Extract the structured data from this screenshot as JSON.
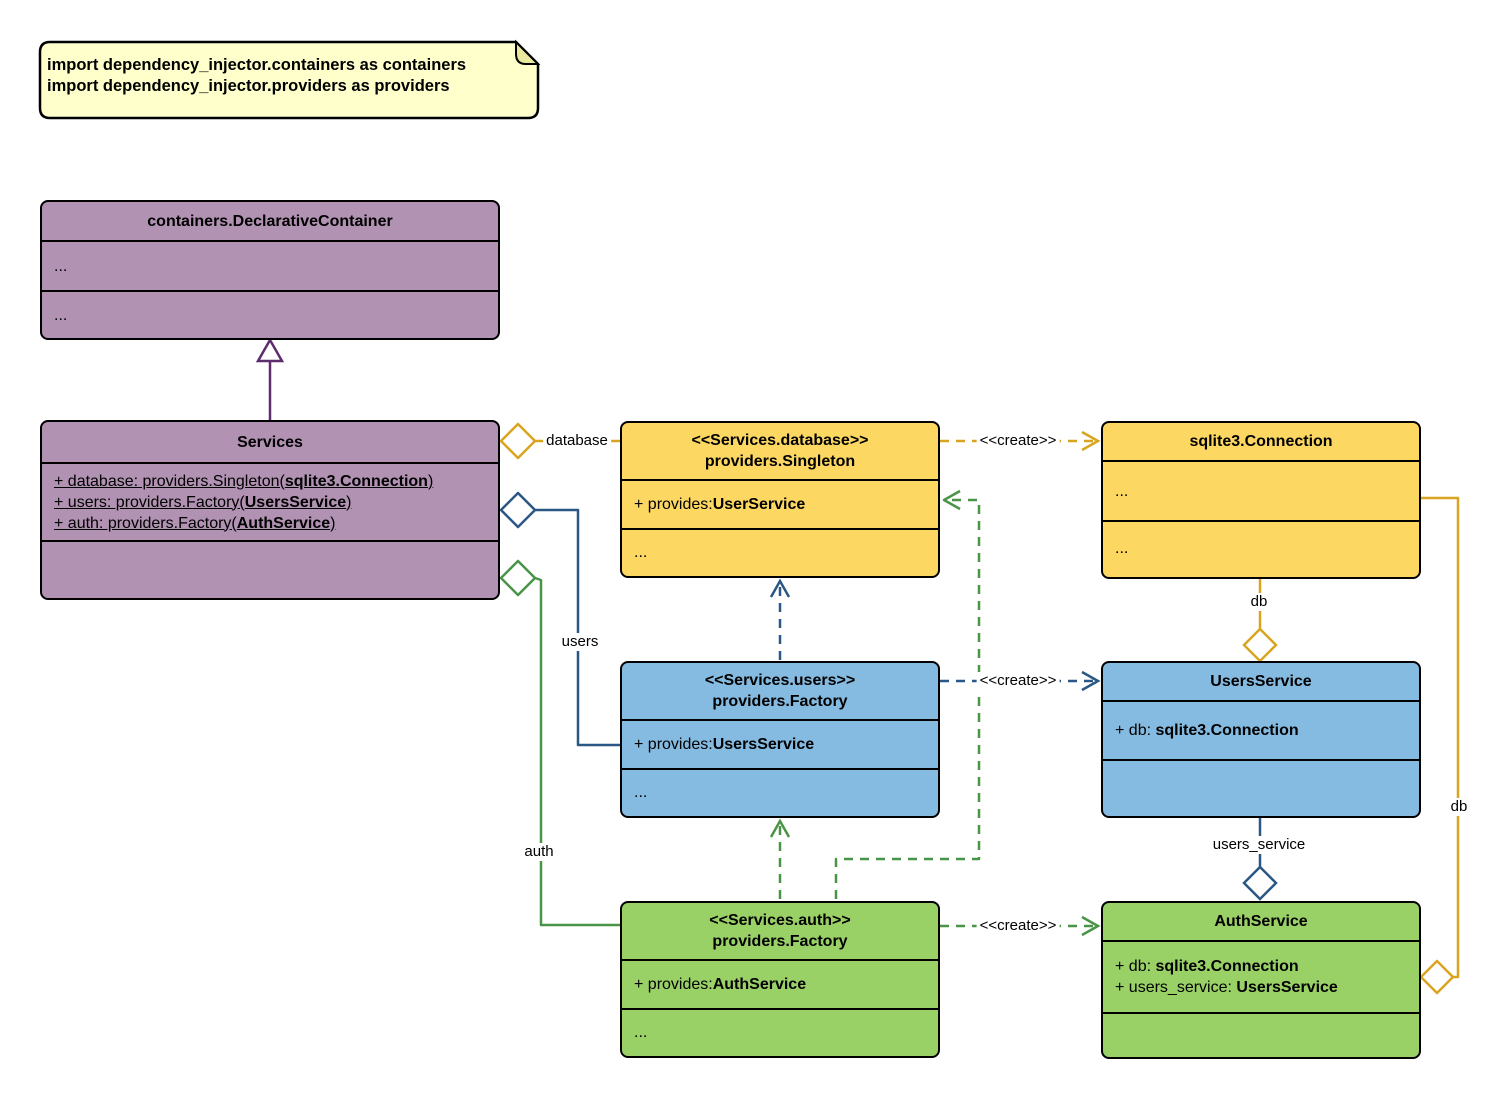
{
  "note": {
    "lines": [
      "import dependency_injector.containers as containers",
      "import dependency_injector.providers as providers"
    ]
  },
  "classes": {
    "declarative_container": {
      "title": "containers.DeclarativeContainer",
      "sections": [
        "...",
        "..."
      ]
    },
    "services": {
      "title": "Services",
      "attributes": [
        {
          "pre": "+ database: providers.Singleton(",
          "bold": "sqlite3.Connection",
          "post": ")"
        },
        {
          "pre": "+ users: providers.Factory(",
          "bold": "UsersService",
          "post": ")"
        },
        {
          "pre": "+ auth: providers.Factory(",
          "bold": "AuthService",
          "post": ")"
        }
      ]
    },
    "singleton_database": {
      "stereotype": "<<Services.database>>",
      "title": "providers.Singleton",
      "provides": {
        "pre": "+ provides: ",
        "bold": "UserService"
      },
      "more": "..."
    },
    "sqlite_connection": {
      "title": "sqlite3.Connection",
      "sections": [
        "...",
        "..."
      ]
    },
    "factory_users": {
      "stereotype": "<<Services.users>>",
      "title": "providers.Factory",
      "provides": {
        "pre": "+ provides: ",
        "bold": "UsersService"
      },
      "more": "..."
    },
    "users_service": {
      "title": "UsersService",
      "attributes": [
        {
          "pre": "+ db: ",
          "bold": "sqlite3.Connection"
        }
      ]
    },
    "factory_auth": {
      "stereotype": "<<Services.auth>>",
      "title": "providers.Factory",
      "provides": {
        "pre": "+ provides: ",
        "bold": "AuthService"
      },
      "more": "..."
    },
    "auth_service": {
      "title": "AuthService",
      "attributes": [
        {
          "pre": "+ db: ",
          "bold": "sqlite3.Connection"
        },
        {
          "pre": "+ users_service: ",
          "bold": "UsersService"
        }
      ]
    }
  },
  "connectors": {
    "database_label": "database",
    "users_label": "users",
    "auth_label": "auth",
    "db_label_top": "db",
    "db_label_right": "db",
    "users_service_label": "users_service",
    "create_label": "<<create>>"
  },
  "colors": {
    "note_fill": "#FFFFCC",
    "purple_fill": "#B192B2",
    "yellow_fill": "#FCD862",
    "blue_fill": "#85BBE1",
    "green_fill": "#9AD167",
    "purple_line": "#5F2D6E",
    "yellow_line": "#D9A420",
    "blue_line": "#2A5783",
    "green_line": "#4A9447"
  }
}
